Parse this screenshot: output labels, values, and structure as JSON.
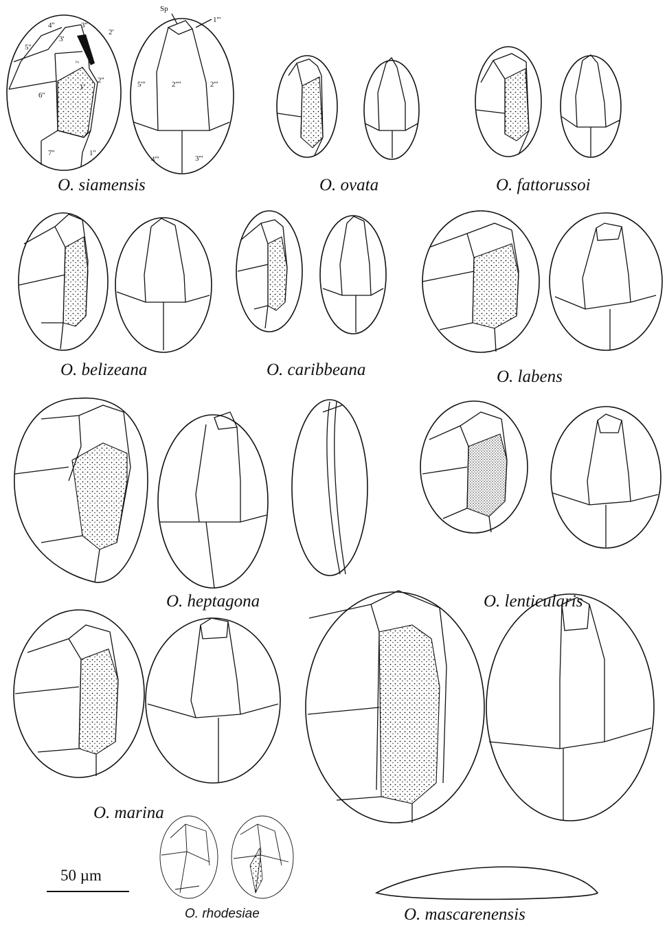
{
  "species": [
    "O. siamensis",
    "O. ovata",
    "O. fattorussoi",
    "O. belizeana",
    "O. caribbeana",
    "O. labens",
    "O. heptagona",
    "O. lenticularis",
    "O. marina",
    "O. rhodesiae",
    "O. mascarenensis"
  ],
  "plate_labels": {
    "epitheca": [
      "4''",
      "3'",
      "3''",
      "2'",
      "5''",
      "1'",
      "Po",
      "6''",
      "2''",
      "7''",
      "1''"
    ],
    "hypotheca": [
      "Sp",
      "1'''",
      "5'''",
      "2''''",
      "2'''",
      "4'''",
      "3'''"
    ]
  },
  "scale_bar": {
    "label": "50 µm"
  },
  "colors": {
    "ink": "#111111",
    "background": "#ffffff"
  }
}
